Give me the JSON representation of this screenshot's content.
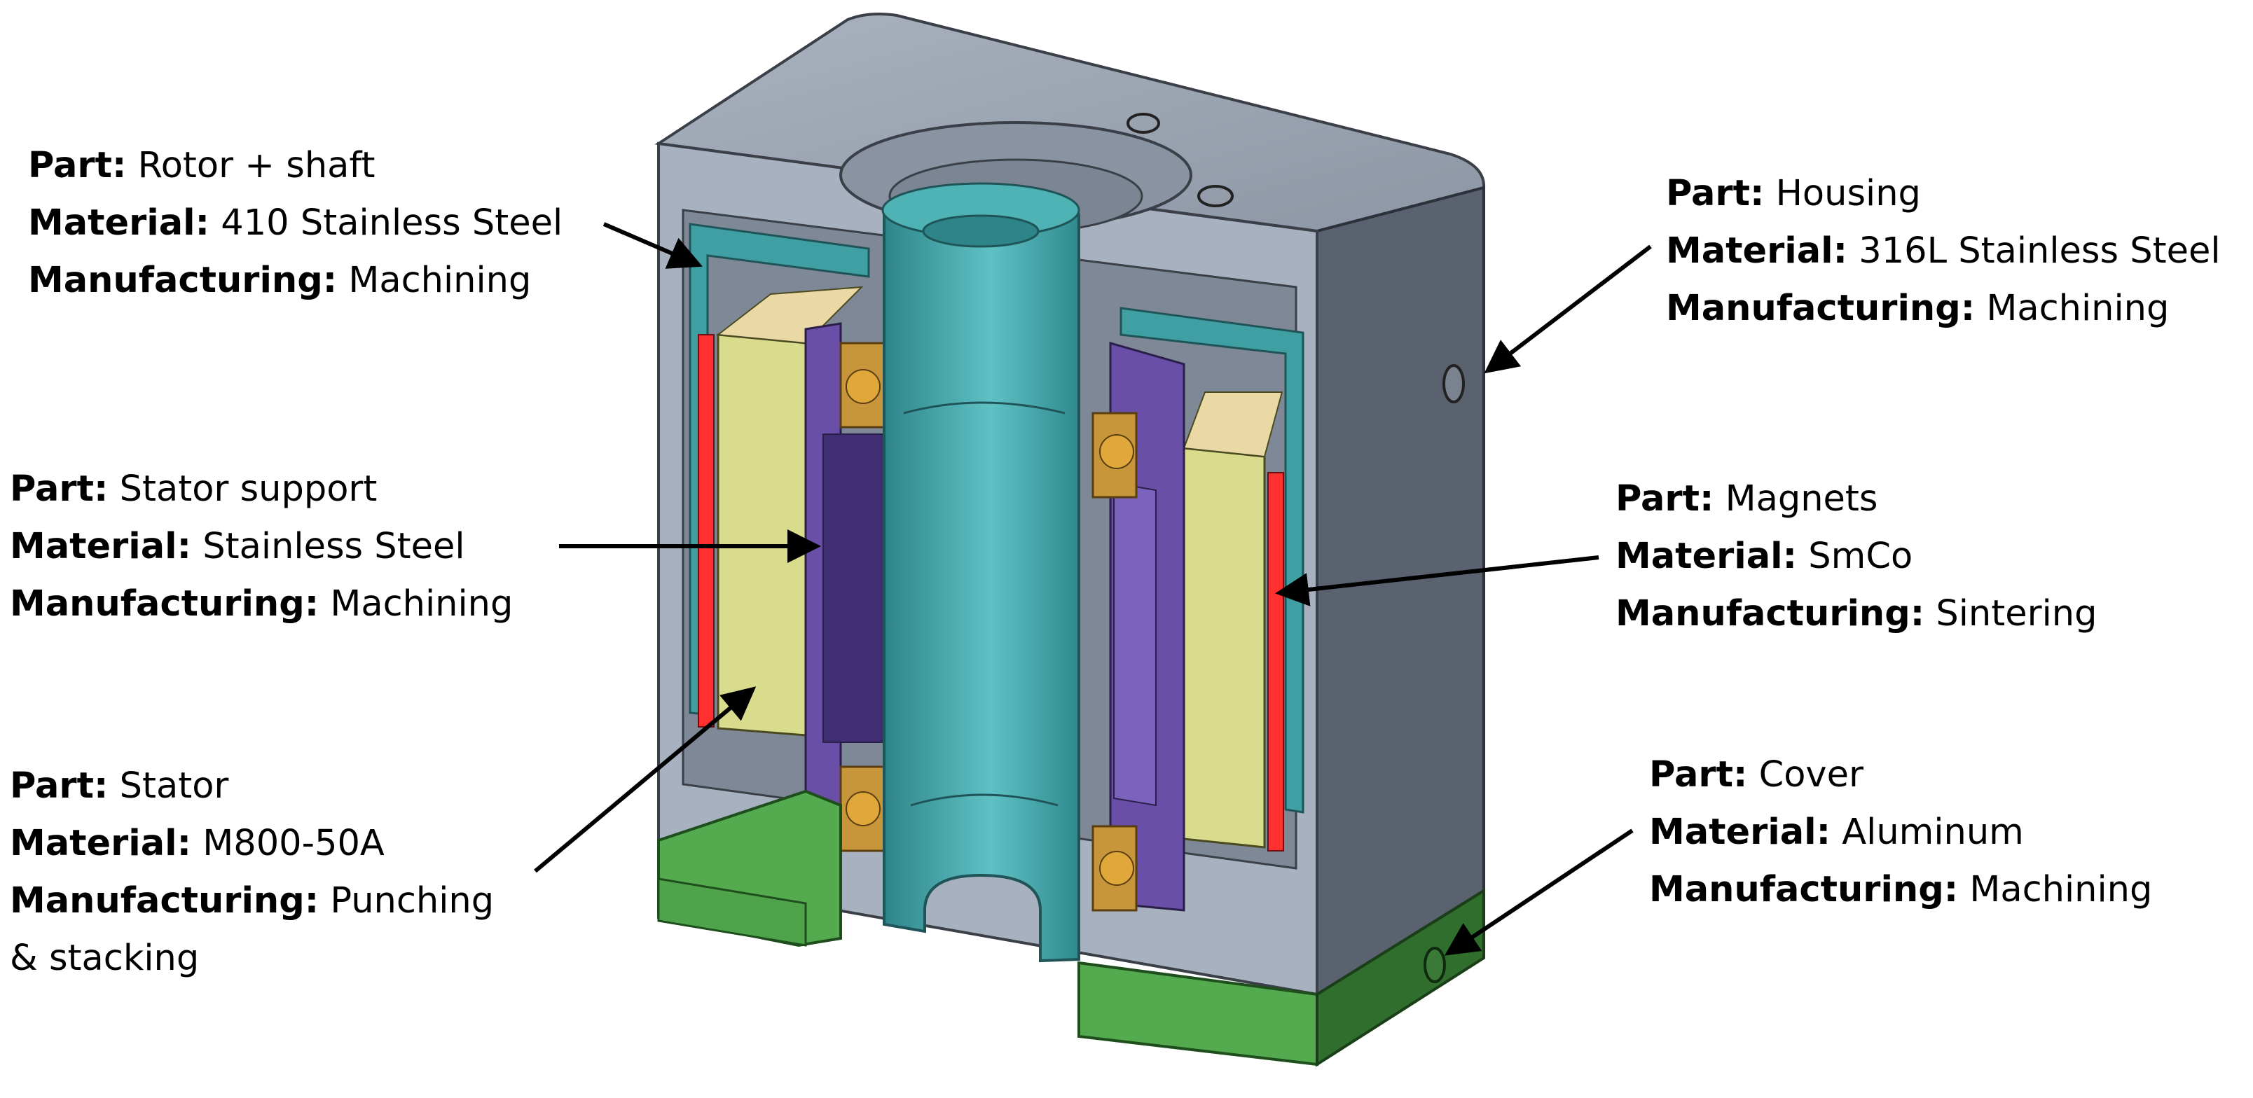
{
  "labels": {
    "part": "Part:",
    "material": "Material:",
    "manufacturing": "Manufacturing:"
  },
  "callouts": [
    {
      "id": "rotor-shaft",
      "part": "Rotor + shaft",
      "material": "410 Stainless Steel",
      "manufacturing": "Machining"
    },
    {
      "id": "stator-support",
      "part": "Stator support",
      "material": "Stainless Steel",
      "manufacturing": "Machining"
    },
    {
      "id": "stator",
      "part": "Stator",
      "material": "M800-50A",
      "manufacturing": "Punching",
      "manufacturing_cont": "& stacking"
    },
    {
      "id": "housing",
      "part": "Housing",
      "material": "316L Stainless Steel",
      "manufacturing": "Machining"
    },
    {
      "id": "magnets",
      "part": "Magnets",
      "material": "SmCo",
      "manufacturing": "Sintering"
    },
    {
      "id": "cover",
      "part": "Cover",
      "material": "Aluminum",
      "manufacturing": "Machining"
    }
  ],
  "colors": {
    "housing_top": "#9aa3b1",
    "housing_side": "#5a6270",
    "housing_cut": "#a8b1bf",
    "shaft": "#3f9fa3",
    "shaft_light": "#5fc1c4",
    "stator_yoke": "#d8dc8c",
    "magnet": "#ff3030",
    "stator_support": "#6a4fa8",
    "stator_support_dark": "#3f2f72",
    "bearing": "#c8963a",
    "cover": "#53aa4f",
    "cover_dark": "#2f6e2c",
    "arrow": "#000000"
  }
}
